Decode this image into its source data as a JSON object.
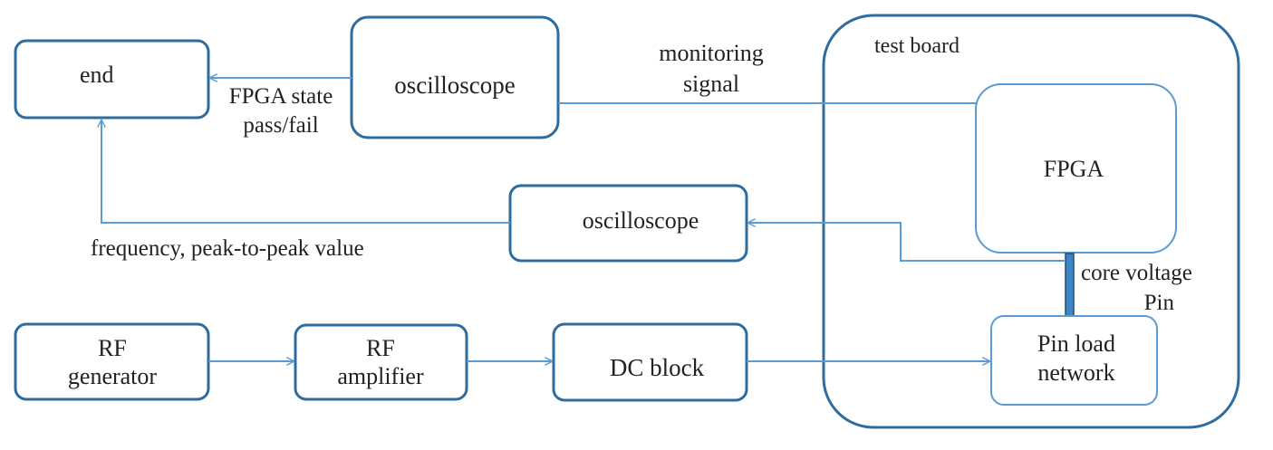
{
  "colors": {
    "stroke": "#2e6b9e",
    "line": "#5b9bd5",
    "text": "#222222",
    "background": "#ffffff"
  },
  "blocks": {
    "end": "end",
    "oscilloscope_top": "oscilloscope",
    "oscilloscope_mid": "oscilloscope",
    "test_board": "test board",
    "fpga": "FPGA",
    "pin_load_network": [
      "Pin load",
      "network"
    ],
    "rf_generator": [
      "RF",
      "generator"
    ],
    "rf_amplifier": [
      "RF",
      "amplifier"
    ],
    "dc_block": "DC block"
  },
  "labels": {
    "monitoring_signal": [
      "monitoring",
      "signal"
    ],
    "fpga_state": [
      "FPGA state",
      "pass/fail"
    ],
    "frequency": "frequency, peak-to-peak value",
    "core_voltage": [
      "core voltage",
      "Pin"
    ]
  }
}
